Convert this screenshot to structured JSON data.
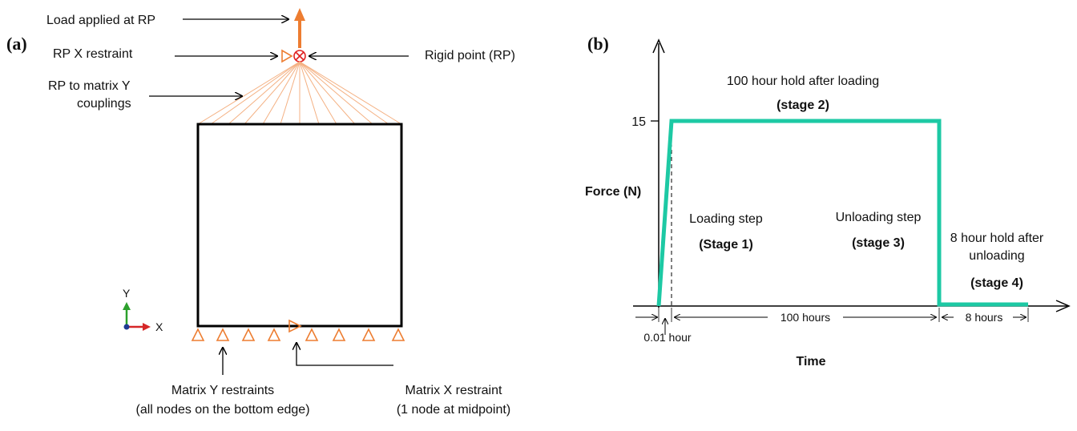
{
  "panel_a": {
    "panel_label": "(a)",
    "load_label": "Load applied at RP",
    "rp_x_restraint": "RP X restraint",
    "rigid_point": "Rigid point (RP)",
    "couplings_line1": "RP to matrix Y",
    "couplings_line2": "couplings",
    "axis_y": "Y",
    "axis_x": "X",
    "matrix_y_line1": "Matrix Y restraints",
    "matrix_y_line2": "(all nodes on the bottom edge)",
    "matrix_x_line1": "Matrix X restraint",
    "matrix_x_line2": "(1 node at midpoint)",
    "colors": {
      "load_arrow": "#ED7D31",
      "restraint": "#ED7D31",
      "coupling": "#F4B183",
      "rigid_point": "#E02020",
      "axis_y": "#2CA02C",
      "axis_x": "#D62728",
      "axis_origin": "#1F3A93"
    }
  },
  "panel_b": {
    "panel_label": "(b)",
    "y_axis_label": "Force (N)",
    "x_axis_label": "Time",
    "y_tick": "15",
    "hold_label": "100 hour hold after loading",
    "stage2": "(stage 2)",
    "loading_step": "Loading step",
    "stage1": "(Stage 1)",
    "unloading_step": "Unloading step",
    "stage3": "(stage 3)",
    "hold8_line1": "8 hour hold after",
    "hold8_line2": "unloading",
    "stage4": "(stage 4)",
    "dim_001": "0.01 hour",
    "dim_100": "100 hours",
    "dim_8": "8 hours",
    "colors": {
      "force_curve": "#1DC9A4",
      "axes": "#000000"
    }
  }
}
